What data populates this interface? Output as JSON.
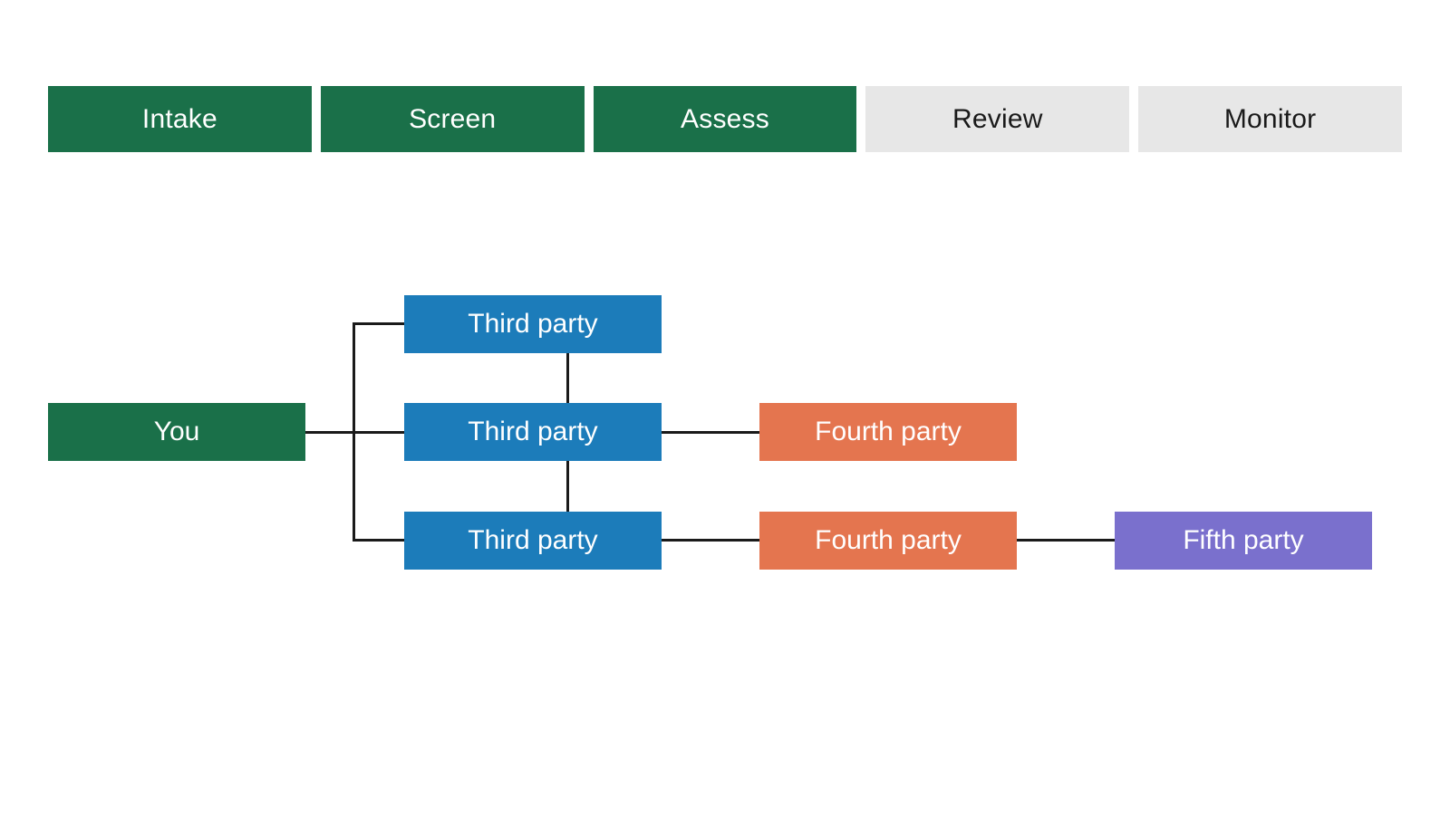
{
  "stage_bar": {
    "name": "third-party-risk-lifecycle",
    "stages": [
      {
        "label": "Intake",
        "state": "done"
      },
      {
        "label": "Screen",
        "state": "done"
      },
      {
        "label": "Assess",
        "state": "done"
      },
      {
        "label": "Review",
        "state": "todo"
      },
      {
        "label": "Monitor",
        "state": "todo"
      }
    ]
  },
  "diagram": {
    "nodes": {
      "root": {
        "label": "You"
      },
      "third_party_top": {
        "label": "Third party"
      },
      "third_party_middle": {
        "label": "Third party"
      },
      "third_party_bottom": {
        "label": "Third party"
      },
      "fourth_party_middle": {
        "label": "Fourth party"
      },
      "fourth_party_bottom": {
        "label": "Fourth party"
      },
      "fifth_party": {
        "label": "Fifth party"
      }
    }
  },
  "colors": {
    "stage_done": "#1a7049",
    "stage_todo": "#e7e7e7",
    "stage_todo_text": "#1a1a1a",
    "root": "#1a7049",
    "third_party": "#1c7cba",
    "fourth_party": "#e4754f",
    "fifth_party": "#7a70cd",
    "connector": "#1a1a1a",
    "background": "#ffffff",
    "node_text": "#ffffff"
  }
}
